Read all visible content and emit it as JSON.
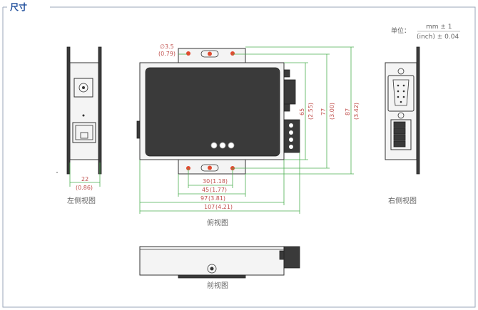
{
  "header": {
    "title": "尺寸"
  },
  "unit_note": {
    "label": "单位：",
    "metric": "mm ± 1",
    "imperial": "(inch) ± 0.04"
  },
  "views": {
    "left": {
      "caption": "左侧视图"
    },
    "top": {
      "caption": "俯视图"
    },
    "right": {
      "caption": "右侧视图"
    },
    "front": {
      "caption": "前视图"
    }
  },
  "dimensions": {
    "hole": {
      "mm": "∅3.5",
      "inch": "(0.79)"
    },
    "depth": {
      "mm": "22",
      "inch": "(0.86)"
    },
    "w30": {
      "mm": "30",
      "inch": "(1.18)"
    },
    "w45": {
      "mm": "45",
      "inch": "(1.77)"
    },
    "w97": {
      "mm": "97",
      "inch": "(3.81)"
    },
    "w107": {
      "mm": "107",
      "inch": "(4.21)"
    },
    "h65": {
      "mm": "65",
      "inch": "(2.55)"
    },
    "h77": {
      "mm": "77",
      "inch": "(3.00)"
    },
    "h87": {
      "mm": "87",
      "inch": "(3.42)"
    }
  },
  "colors": {
    "title": "#1f4e9c",
    "dimension_text": "#c0504d",
    "dimension_line": "#4caf50",
    "frame": "#9aa6b8"
  }
}
